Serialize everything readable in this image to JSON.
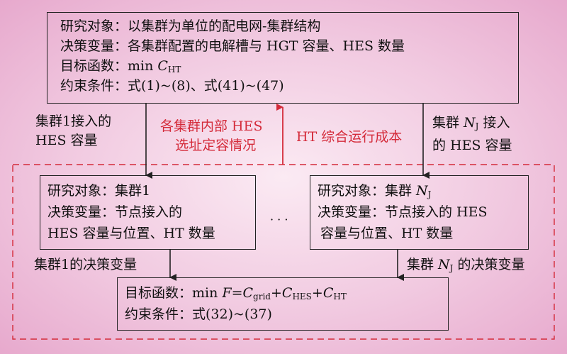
{
  "top_box": {
    "line1": "研究对象：以集群为单位的配电网-集群结构",
    "line2": "决策变量：各集群配置的电解槽与 HGT 容量、HES 数量",
    "line3_prefix": "目标函数：min ",
    "line3_C": "C",
    "line3_sub": "HT",
    "line4": "约束条件：式(1)~(8)、式(41)~(47)"
  },
  "left_up": {
    "line1": "集群1接入的",
    "line2": "HES 容量"
  },
  "red_label": {
    "line1": "各集群内部 HES",
    "line2": "选址定容情况"
  },
  "ht_label": "HT 综合运行成本",
  "right_up": {
    "prefix": "集群 ",
    "N": "N",
    "sub": "J",
    "suffix": " 接入",
    "line2": "的 HES 容量"
  },
  "cluster1_box": {
    "line1": "研究对象：集群1",
    "line2": "决策变量：节点接入的",
    "line3": "HES 容量与位置、HT 数量"
  },
  "ellipsis": "· · ·",
  "clusterN_box": {
    "line1_prefix": "研究对象：集群 ",
    "line1_N": "N",
    "line1_sub": "J",
    "line2": "决策变量：节点接入的 HES",
    "line3": "容量与位置、HT 数量"
  },
  "left_down": "集群1的决策变量",
  "right_down": {
    "prefix": "集群 ",
    "N": "N",
    "sub": "J",
    "suffix": " 的决策变量"
  },
  "bottom_box": {
    "line1_prefix": "目标函数：min ",
    "F": "F",
    "eq": "=",
    "C1": "C",
    "sub1": "grid",
    "plus1": "+",
    "C2": "C",
    "sub2": "HES",
    "plus2": "+",
    "C3": "C",
    "sub3": "HT",
    "line2": "约束条件：式(32)~(37)"
  },
  "colors": {
    "red": "#d42b3a",
    "dark": "#222222"
  }
}
